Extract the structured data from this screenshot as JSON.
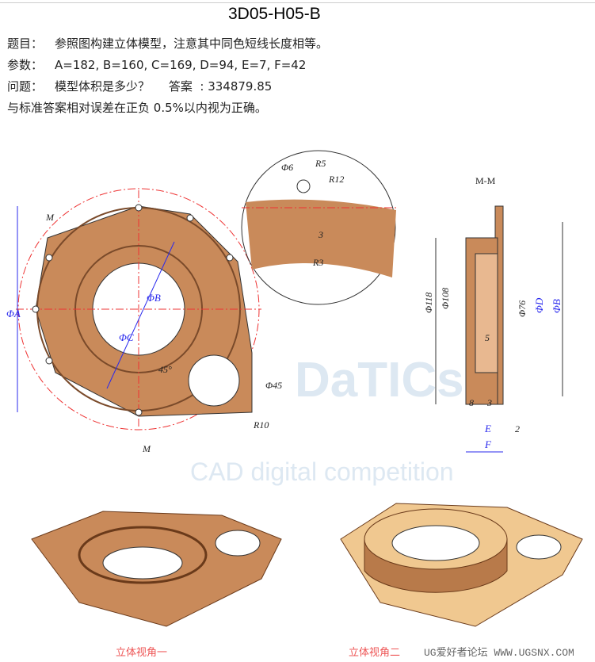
{
  "title": "3D05-H05-B",
  "lines": [
    {
      "label": "题目：",
      "text": "参照图构建立体模型，注意其中同色短线长度相等。"
    },
    {
      "label": "参数：",
      "text": "A=182, B=160, C=169, D=94, E=7, F=42"
    },
    {
      "label": "问题：",
      "text": "模型体积是多少？     答案  : 334879.85"
    },
    {
      "label": "",
      "text": "与标准答案相对误差在正负 0.5%以内视为正确。"
    }
  ],
  "drawing": {
    "front": {
      "dims": [
        "ΦA",
        "ΦB",
        "ΦC",
        "45°",
        "Φ45",
        "R10",
        "M",
        "M"
      ]
    },
    "detail": {
      "dims": [
        "Φ6",
        "R5",
        "R12",
        "3",
        "R3"
      ]
    },
    "section": {
      "title": "M-M",
      "dims": [
        "Φ118",
        "Φ108",
        "Φ76",
        "ΦD",
        "ΦB",
        "5",
        "8",
        "3",
        "E",
        "2",
        "F"
      ]
    }
  },
  "watermark": {
    "logo": "DaTICs",
    "subtitle": "CAD digital competition"
  },
  "views": {
    "view1": "立体视角一",
    "view2": "立体视角二"
  },
  "site": "UG爱好者论坛 WWW.UGSNX.COM",
  "colors": {
    "part": "#c98a5a",
    "dim_blue": "#2a2aee",
    "center_red": "#e33"
  }
}
